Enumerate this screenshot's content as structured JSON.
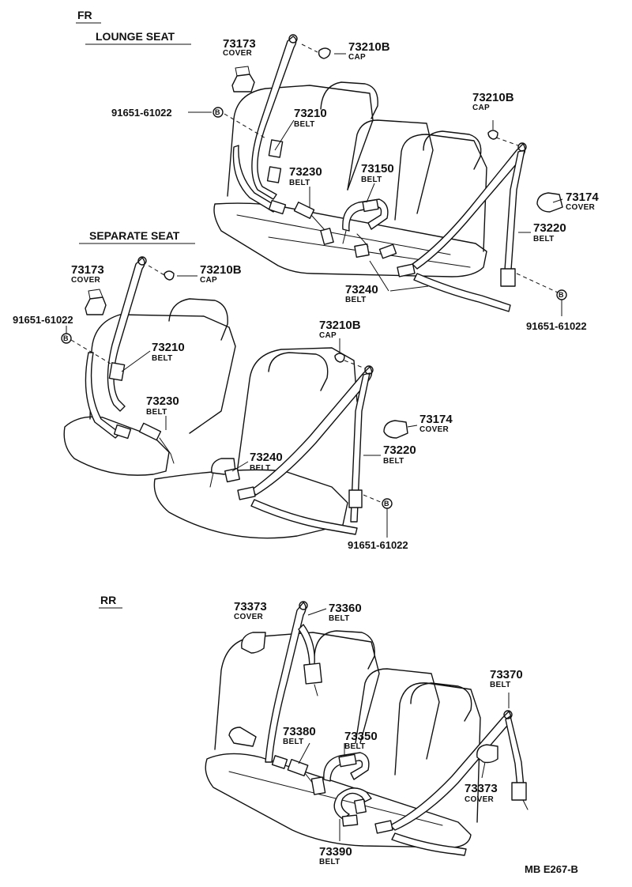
{
  "sections": {
    "front": "FR",
    "lounge": "LOUNGE SEAT",
    "separate": "SEPARATE SEAT",
    "rear": "RR"
  },
  "bolt_letter": "B",
  "figure_ref": "MB E267-B",
  "parts": {
    "p73173_a": {
      "number": "73173",
      "name": "COVER"
    },
    "p73210b_a": {
      "number": "73210B",
      "name": "CAP"
    },
    "p91651_a": {
      "number": "91651-61022",
      "name": ""
    },
    "p73210_a": {
      "number": "73210",
      "name": "BELT"
    },
    "p73210b_b": {
      "number": "73210B",
      "name": "CAP"
    },
    "p73230_a": {
      "number": "73230",
      "name": "BELT"
    },
    "p73150": {
      "number": "73150",
      "name": "BELT"
    },
    "p73174_a": {
      "number": "73174",
      "name": "COVER"
    },
    "p73220_a": {
      "number": "73220",
      "name": "BELT"
    },
    "p73240_a": {
      "number": "73240",
      "name": "BELT"
    },
    "p91651_b": {
      "number": "91651-61022",
      "name": ""
    },
    "p73173_b": {
      "number": "73173",
      "name": "COVER"
    },
    "p73210b_c": {
      "number": "73210B",
      "name": "CAP"
    },
    "p91651_c": {
      "number": "91651-61022",
      "name": ""
    },
    "p73210_b": {
      "number": "73210",
      "name": "BELT"
    },
    "p73210b_d": {
      "number": "73210B",
      "name": "CAP"
    },
    "p73230_b": {
      "number": "73230",
      "name": "BELT"
    },
    "p73174_b": {
      "number": "73174",
      "name": "COVER"
    },
    "p73240_b": {
      "number": "73240",
      "name": "BELT"
    },
    "p73220_b": {
      "number": "73220",
      "name": "BELT"
    },
    "p91651_d": {
      "number": "91651-61022",
      "name": ""
    },
    "p73373_a": {
      "number": "73373",
      "name": "COVER"
    },
    "p73360": {
      "number": "73360",
      "name": "BELT"
    },
    "p73370": {
      "number": "73370",
      "name": "BELT"
    },
    "p73380": {
      "number": "73380",
      "name": "BELT"
    },
    "p73350": {
      "number": "73350",
      "name": "BELT"
    },
    "p73373_b": {
      "number": "73373",
      "name": "COVER"
    },
    "p73390": {
      "number": "73390",
      "name": "BELT"
    }
  }
}
